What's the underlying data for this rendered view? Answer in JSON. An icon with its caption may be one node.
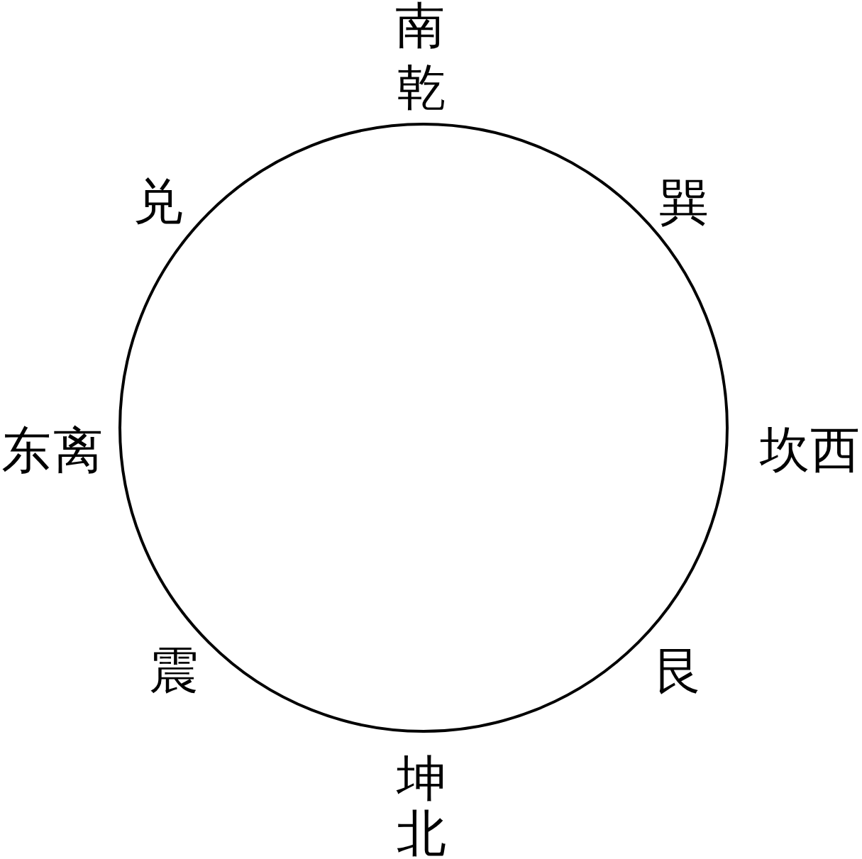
{
  "diagram": {
    "labels": [
      "南",
      "乾",
      "兑",
      "巽",
      "东",
      "离",
      "坎",
      "西",
      "震",
      "艮",
      "坤",
      "北"
    ]
  }
}
